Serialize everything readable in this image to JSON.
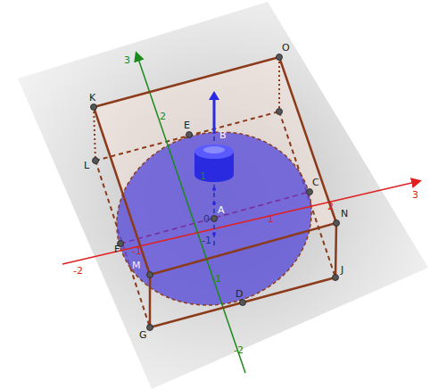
{
  "diagram": {
    "labels": [
      "O",
      "K",
      "E",
      "B",
      "L",
      "C",
      "N",
      "F",
      "A",
      "M",
      "J",
      "G",
      "D",
      "3",
      "2",
      "1",
      "-1",
      "-2",
      "3",
      "2",
      "1",
      "-1",
      "-2",
      "0",
      "-1"
    ]
  }
}
